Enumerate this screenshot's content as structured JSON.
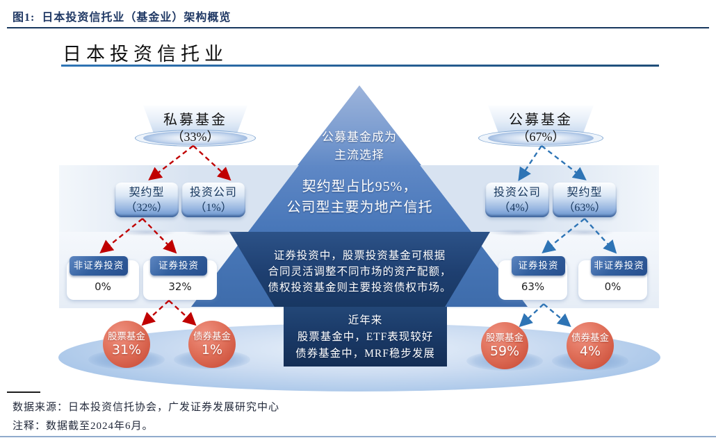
{
  "header": {
    "figure_label": "图1:",
    "figure_title": "日本投资信托业（基金业）架构概览"
  },
  "chart": {
    "title": "日本投资信托业",
    "left_tree": {
      "root": {
        "name": "私募基金",
        "value": "（33%）"
      },
      "level2": [
        {
          "name": "契约型",
          "value": "（32%）"
        },
        {
          "name": "投资公司",
          "value": "（1%）"
        }
      ],
      "level3": [
        {
          "name": "非证券投资",
          "value": "0%"
        },
        {
          "name": "证券投资",
          "value": "32%"
        }
      ],
      "level4": [
        {
          "name": "股票基金",
          "value": "31%"
        },
        {
          "name": "债券基金",
          "value": "1%"
        }
      ]
    },
    "right_tree": {
      "root": {
        "name": "公募基金",
        "value": "（67%）"
      },
      "level2": [
        {
          "name": "投资公司",
          "value": "（4%）"
        },
        {
          "name": "契约型",
          "value": "（63%）"
        }
      ],
      "level3": [
        {
          "name": "证券投资",
          "value": "63%"
        },
        {
          "name": "非证券投资",
          "value": "0%"
        }
      ],
      "level4": [
        {
          "name": "股票基金",
          "value": "59%"
        },
        {
          "name": "债券基金",
          "value": "4%"
        }
      ]
    },
    "pyramid": {
      "tier1": {
        "line1": "公募基金成为",
        "line2": "主流选择"
      },
      "tier2": {
        "line1": "契约型占比95%，",
        "line2": "公司型主要为地产信托"
      },
      "tier3": {
        "line1": "证券投资中，股票投资基金可根据",
        "line2": "合同灵活调整不同市场的资产配额，",
        "line3": "债权投资基金则主要投资债权市场。"
      },
      "tier4": {
        "line1": "近年来",
        "line2": "股票基金中，ETF表现较好",
        "line3": "债券基金中，MRF稳步发展"
      }
    },
    "colors": {
      "dark_navy": "#1F3864",
      "pyramid_dark": "#1E3F70",
      "pyramid_medium": "#4776B8",
      "red_arrow": "#C00000",
      "blue_arrow": "#2E74B5",
      "fund_circle_red": "#D85C44"
    }
  },
  "footer": {
    "source": "数据来源：日本投资信托协会，广发证券发展研究中心",
    "note": "注释：数据截至2024年6月。"
  }
}
